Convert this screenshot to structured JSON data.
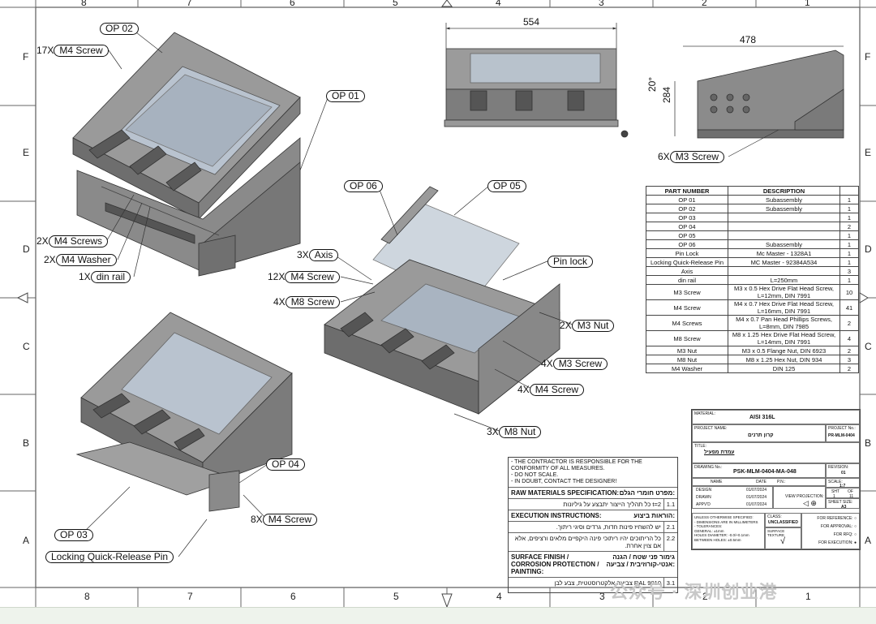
{
  "zones_top": [
    "8",
    "7",
    "6",
    "5",
    "4",
    "3",
    "2",
    "1"
  ],
  "zones_side": [
    "F",
    "E",
    "D",
    "C",
    "B",
    "A"
  ],
  "dims": {
    "width_front": "554",
    "width_side": "478",
    "height_side": "284",
    "angle": "20°"
  },
  "callouts": [
    {
      "id": "op02",
      "qty": "",
      "label": "OP 02"
    },
    {
      "id": "m4screw17",
      "qty": "17X",
      "label": "M4 Screw"
    },
    {
      "id": "op01",
      "qty": "",
      "label": "OP 01"
    },
    {
      "id": "m4screws2",
      "qty": "2X",
      "label": "M4 Screws"
    },
    {
      "id": "m4washer2",
      "qty": "2X",
      "label": "M4 Washer"
    },
    {
      "id": "dinrail1",
      "qty": "1X",
      "label": "din rail"
    },
    {
      "id": "op06",
      "qty": "",
      "label": "OP 06"
    },
    {
      "id": "op05",
      "qty": "",
      "label": "OP 05"
    },
    {
      "id": "axis3",
      "qty": "3X",
      "label": "Axis"
    },
    {
      "id": "m4screw12",
      "qty": "12X",
      "label": "M4 Screw"
    },
    {
      "id": "m8screw4",
      "qty": "4X",
      "label": "M8 Screw"
    },
    {
      "id": "pinlock",
      "qty": "",
      "label": "Pin lock"
    },
    {
      "id": "m3nut2",
      "qty": "2X",
      "label": "M3 Nut"
    },
    {
      "id": "m3screw4",
      "qty": "4X",
      "label": "M3 Screw"
    },
    {
      "id": "m4screw4",
      "qty": "4X",
      "label": "M4 Screw"
    },
    {
      "id": "m8nut3",
      "qty": "3X",
      "label": "M8 Nut"
    },
    {
      "id": "m3screw6",
      "qty": "6X",
      "label": "M3 Screw"
    },
    {
      "id": "op04",
      "qty": "",
      "label": "OP 04"
    },
    {
      "id": "m4screw8",
      "qty": "8X",
      "label": "M4 Screw"
    },
    {
      "id": "op03",
      "qty": "",
      "label": "OP 03"
    },
    {
      "id": "lqrp",
      "qty": "",
      "label": "Locking Quick-Release Pin"
    }
  ],
  "bom": {
    "headers": [
      "PART NUMBER",
      "DESCRIPTION",
      ""
    ],
    "rows": [
      [
        "OP 01",
        "Subassembly",
        "1"
      ],
      [
        "OP 02",
        "Subassembly",
        "1"
      ],
      [
        "OP 03",
        "",
        "1"
      ],
      [
        "OP 04",
        "",
        "2"
      ],
      [
        "OP 05",
        "",
        "1"
      ],
      [
        "OP 06",
        "Subassembly",
        "1"
      ],
      [
        "Pin Lock",
        "Mc Master - 1328A1",
        "1"
      ],
      [
        "Locking Quick-Release Pin",
        "MC Master - 92384A534",
        "1"
      ],
      [
        "Axis",
        "",
        "3"
      ],
      [
        "din rail",
        "L=250mm",
        "1"
      ],
      [
        "M3 Screw",
        "M3 x 0.5 Hex Drive Flat Head Screw, L=12mm, DIN 7991",
        "10"
      ],
      [
        "M4 Screw",
        "M4 x 0.7 Hex Drive Flat Head Screw, L=16mm, DIN 7991",
        "41"
      ],
      [
        "M4 Screws",
        "M4 x 0.7 Pan Head Phillips Screws, L=8mm, DIN 7985",
        "2"
      ],
      [
        "M8 Screw",
        "M8 x 1.25 Hex Drive Flat Head Screw, L=14mm, DIN 7991",
        "4"
      ],
      [
        "M3 Nut",
        "M3 x 0.5 Flange Nut, DIN 6923",
        "2"
      ],
      [
        "M8 Nut",
        "M8 x 1.25 Hex Nut, DIN 934",
        "3"
      ],
      [
        "M4 Washer",
        "DIN 125",
        "2"
      ]
    ]
  },
  "notes": {
    "disclaimer": [
      "- THE CONTRACTOR IS RESPONSIBLE FOR THE CONFORMITY OF ALL MEASURES.",
      "- DO NOT SCALE.",
      "- IN DOUBT, CONTACT THE DESIGNER!"
    ],
    "raw_en": "RAW MATERIALS SPECIFICATION:",
    "raw_he": "מפרט חומרי הגלם:",
    "raw_items": [
      {
        "n": "1.1",
        "t": "t=2 כל תהליך הייצור יתבצע על גיליונות"
      }
    ],
    "exec_en": "EXECUTION INSTRUCTIONS:",
    "exec_he": "הוראות ביצוע:",
    "exec_items": [
      {
        "n": "2.1",
        "t": "יש להשחיז פינות חדות, גרדים וסיגי ריתוך."
      },
      {
        "n": "2.2",
        "t": "כל הריתוכים יהיו ריתוכי פינה היקפיים מלאים ורציפים, אלא אם צוין אחרת."
      }
    ],
    "surf_en": "SURFACE FINISH / CORROSION PROTECTION / PAINTING:",
    "surf_he": "גימור פני שטח / הגנה אנטי-קורוזיבית / צביעה:",
    "surf_items": [
      {
        "n": "3.1",
        "t": "RAL 9010 צביעה אלקטרוסטטית, צבע לבן"
      }
    ]
  },
  "titleblock": {
    "material_lbl": "MATERIAL:",
    "material": "AISI 316L",
    "project_lbl": "PROJECT NAME:",
    "project": "קרון תרנים",
    "projno_lbl": "PROJECT No.:",
    "projno": "PR-MLM-0404",
    "title_lbl": "TITLE:",
    "title": "עמדת מפעיל",
    "drawing_lbl": "DRAWING No.:",
    "drawing": "PSK-MLM-0404-MA-048",
    "rev_lbl": "REVISION:",
    "rev": "01",
    "name_lbl": "NAME",
    "date_lbl": "DATE",
    "pn_lbl": "P.N.:",
    "scale_lbl": "SCALE:",
    "scale": "1:7",
    "design_lbl": "DESIGN",
    "drawn_lbl": "DRAWN",
    "apprvd_lbl": "APPV'D",
    "d1": "01/07/2024",
    "d2": "01/07/2024",
    "d3": "01/07/2024",
    "view_lbl": "VIEW PROJECTION:",
    "sht_lbl": "SHT",
    "of_lbl": "OF",
    "sht": "1",
    "of": "11",
    "size_lbl": "SHEET SIZE:",
    "size": "A3",
    "unless": "UNLESS OTHERWISE SPECIFIED:",
    "dims_mm": "- DIMENSIONS ARE IN MILLIMETERS",
    "tol": "- TOLERANCES:",
    "general": "GENERAL:",
    "general_v": "±1mm",
    "holes": "HOLES DIAMETER:",
    "holes_v": "-0.0/+0.1mm",
    "between": "BETWEEN HOLES:",
    "between_v": "±0.5mm",
    "class_lbl": "CLASS:",
    "class": "UNCLASSIFIED",
    "surface_lbl": "SURFACE TEXTURE",
    "purpose": [
      "FOR REFERENCE:",
      "FOR APPROVAL:",
      "FOR RFQ:",
      "FOR EXECUTION:"
    ]
  },
  "watermark": "公众号 · 深圳创业港"
}
